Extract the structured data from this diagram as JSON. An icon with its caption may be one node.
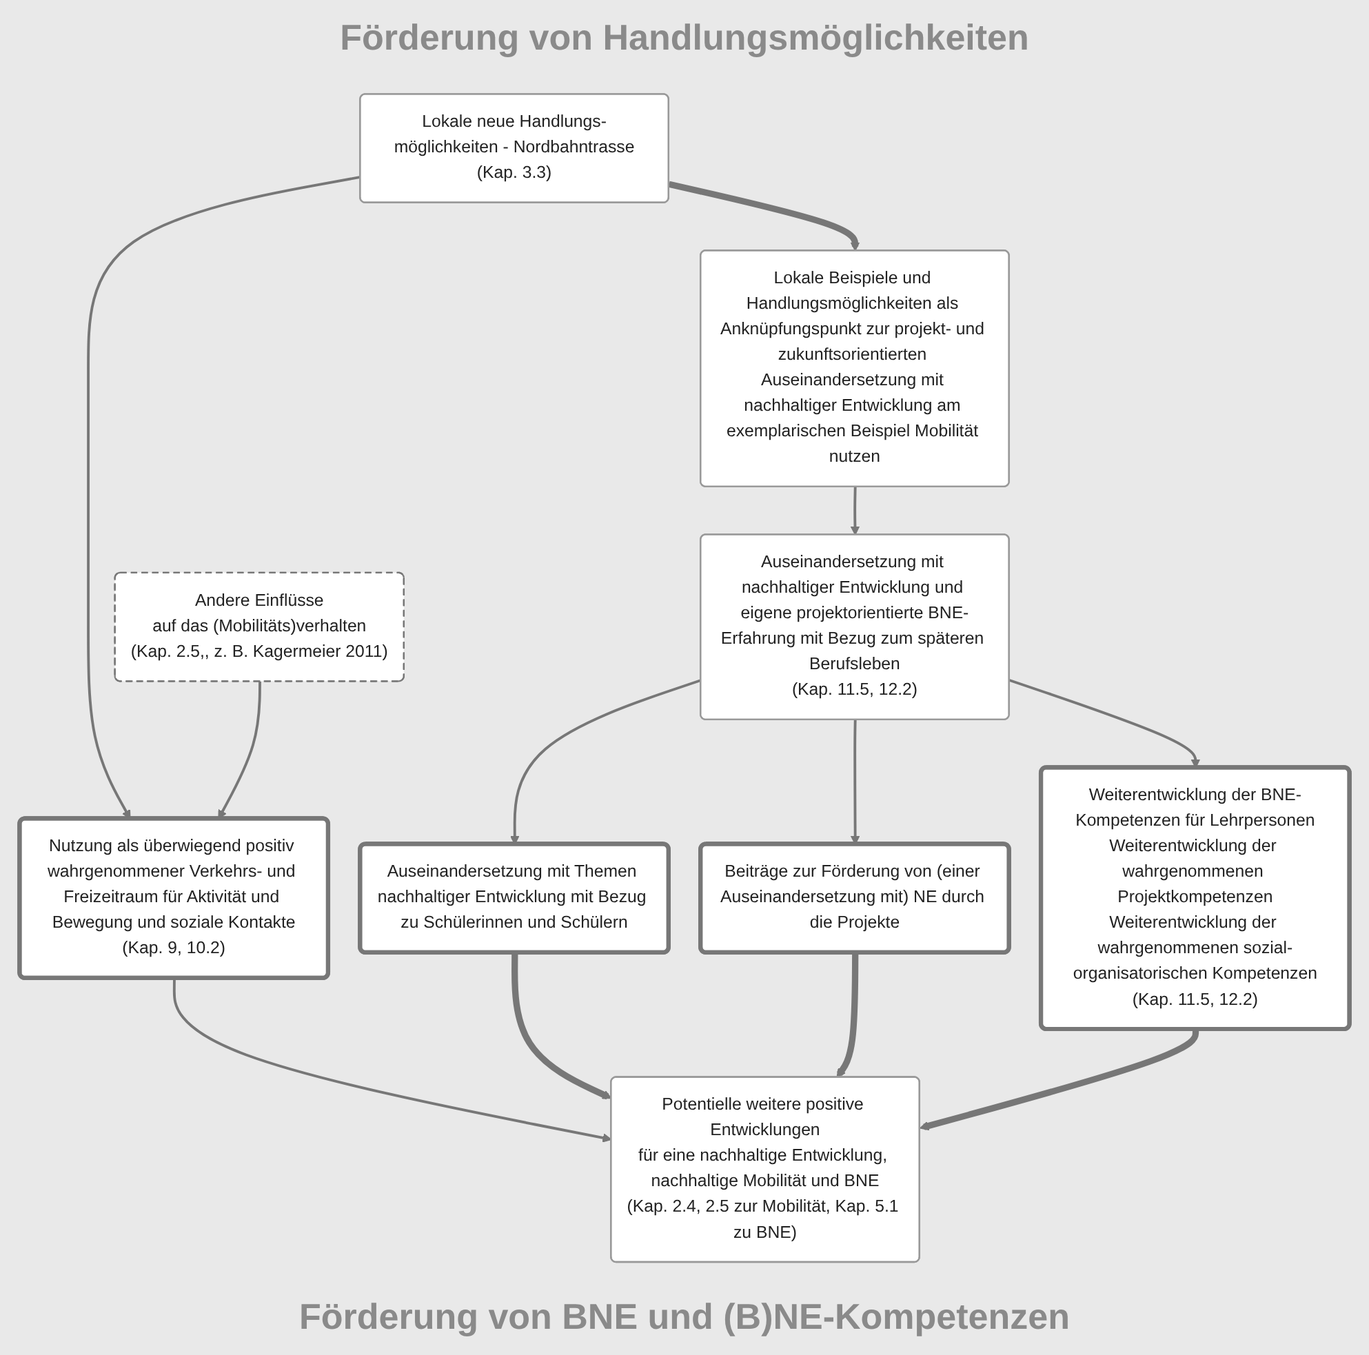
{
  "diagram": {
    "nodes": [
      {
        "text": [
          "Lokale neue Handlungs-möglichkeiten - Nordbahntrasse",
          "(Kap. 3.3)"
        ]
      },
      {
        "text": [
          "Lokale Beispiele und Handlungsmöglichkeiten als Anknüpfungspunkt zur projekt- und zukunftsorientierten Auseinandersetzung mit nachhaltiger Entwicklung am exemplarischen Beispiel Mobilität nutzen"
        ]
      },
      {
        "text": [
          "Andere Einflüsse",
          "auf das (Mobilitäts)verhalten",
          "(Kap. 2.5,, z. B. Kagermeier 2011)"
        ]
      },
      {
        "text": [
          "Auseinandersetzung mit nachhaltiger Entwicklung und eigene projektorientierte BNE-Erfahrung mit Bezug zum späteren Berufsleben",
          "(Kap. 11.5, 12.2)"
        ]
      },
      {
        "text": [
          "Nutzung als überwiegend positiv wahrgenommener Verkehrs- und Freizeitraum für Aktivität und Bewegung und soziale Kontakte",
          "(Kap. 9, 10.2)"
        ]
      },
      {
        "text": [
          "Auseinandersetzung mit Themen nachhaltiger Entwicklung mit Bezug zu Schülerinnen und Schülern"
        ]
      },
      {
        "text": [
          "Beiträge zur Förderung von (einer Auseinandersetzung mit) NE durch die Projekte"
        ]
      },
      {
        "text": [
          "Potentielle weitere positive Entwicklungen",
          "für eine nachhaltige Entwicklung, nachhaltige Mobilität und BNE",
          "(Kap. 2.4, 2.5 zur Mobilität, Kap. 5.1 zu BNE)"
        ]
      },
      {
        "text": [
          "Weiterentwicklung der BNE-Kompetenzen für Lehrpersonen",
          "Weiterentwicklung der wahrgenommenen Projektkompetenzen",
          "Weiterentwicklung der wahrgenommenen sozial-organisatorischen Kompetenzen",
          "(Kap. 11.5, 12.2)"
        ]
      }
    ],
    "edges": [
      {
        "from": 0,
        "to": 1,
        "arrow": "to",
        "style": "thick"
      },
      {
        "from": 0,
        "to": 4,
        "arrow": "to"
      },
      {
        "from": 2,
        "to": 4,
        "arrow": "to"
      },
      {
        "from": 1,
        "to": 3,
        "arrow": "to"
      },
      {
        "from": 3,
        "to": 5,
        "arrow": "to"
      },
      {
        "from": 3,
        "to": 6,
        "arrow": "to"
      },
      {
        "from": 3,
        "to": 8,
        "arrow": "to"
      },
      {
        "from": 4,
        "to": 7,
        "arrow": "to"
      },
      {
        "from": 5,
        "to": 7,
        "arrow": "to",
        "style": "thick"
      },
      {
        "from": 6,
        "to": 7,
        "arrow": "to",
        "style": "thick"
      },
      {
        "from": 8,
        "to": 7,
        "arrow": "to",
        "style": "thick"
      }
    ],
    "labels": [
      "Förderung von Handlungsmöglichkeiten",
      "Förderung von BNE und (B)NE-Kompetenzen"
    ]
  }
}
